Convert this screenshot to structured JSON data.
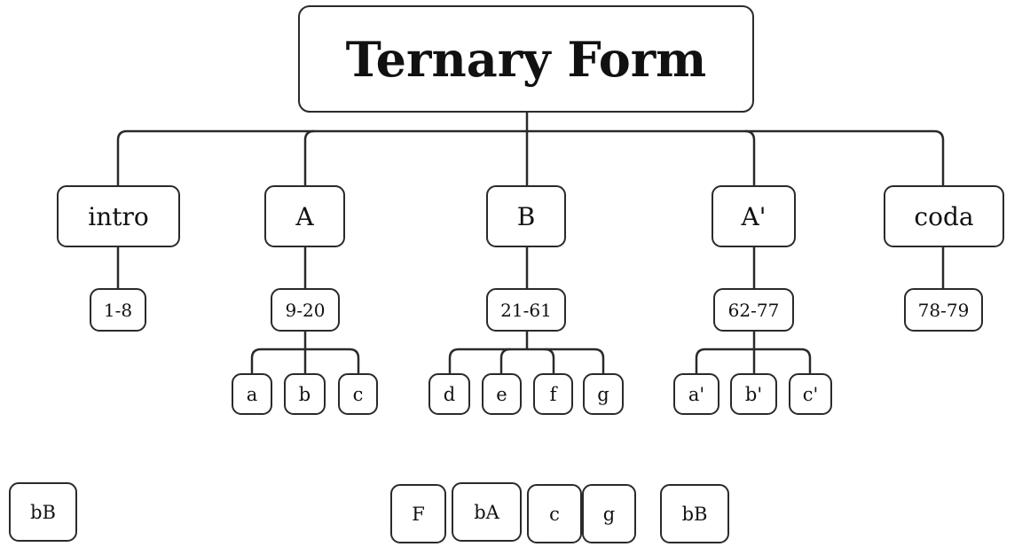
{
  "diagram": {
    "title": "Ternary Form",
    "sections": [
      {
        "label": "intro",
        "measures": "1-8",
        "subsections": []
      },
      {
        "label": "A",
        "measures": "9-20",
        "subsections": [
          "a",
          "b",
          "c"
        ]
      },
      {
        "label": "B",
        "measures": "21-61",
        "subsections": [
          "d",
          "e",
          "f",
          "g"
        ]
      },
      {
        "label": "A'",
        "measures": "62-77",
        "subsections": [
          "a'",
          "b'",
          "c'"
        ]
      },
      {
        "label": "coda",
        "measures": "78-79",
        "subsections": []
      }
    ],
    "loose_boxes": [
      "bB",
      "F",
      "bA",
      "c",
      "g",
      "bB"
    ]
  }
}
